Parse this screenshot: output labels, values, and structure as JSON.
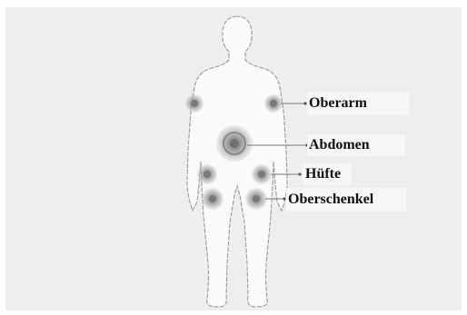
{
  "labels": {
    "upper_arm": "Oberarm",
    "abdomen": "Abdomen",
    "hip": "Hüfte",
    "thigh": "Oberschenkel"
  },
  "colors": {
    "panel": "#eeeeee",
    "body_fill": "#fafafa",
    "body_outline": "#9a9a9a",
    "marker": "#8c8c8c",
    "leader_line": "#777777",
    "label_box": "#f7f7f7"
  }
}
